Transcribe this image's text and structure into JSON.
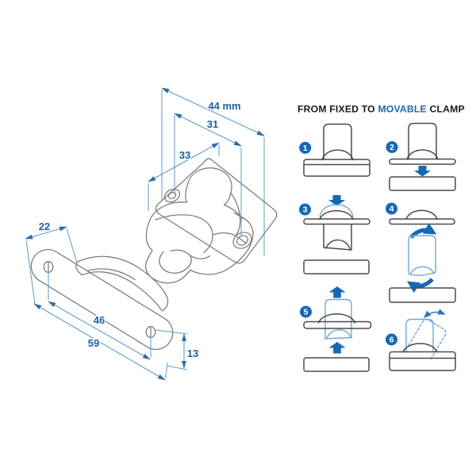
{
  "title": {
    "prefix": "FROM FIXED TO ",
    "highlight": "MOVABLE",
    "suffix": " CLAMP"
  },
  "drawing": {
    "dimensions": {
      "overall_width": "44 mm",
      "screw_spacing": "31",
      "body_depth": "33",
      "plate_width": "22",
      "hole_spacing": "46",
      "plate_length": "59",
      "end_height": "13"
    }
  },
  "steps": [
    {
      "number": "1"
    },
    {
      "number": "2"
    },
    {
      "number": "3"
    },
    {
      "number": "4"
    },
    {
      "number": "5"
    },
    {
      "number": "6"
    }
  ],
  "colors": {
    "accent_blue": "#1568b8",
    "movable_light_blue": "#6fa8dc",
    "dimension_line_blue": "#5b9bd5",
    "dimension_text_blue": "#1d5fa9",
    "drawing_line_gray": "#7e7e7e",
    "step_line_dark": "#4a4a4a"
  }
}
